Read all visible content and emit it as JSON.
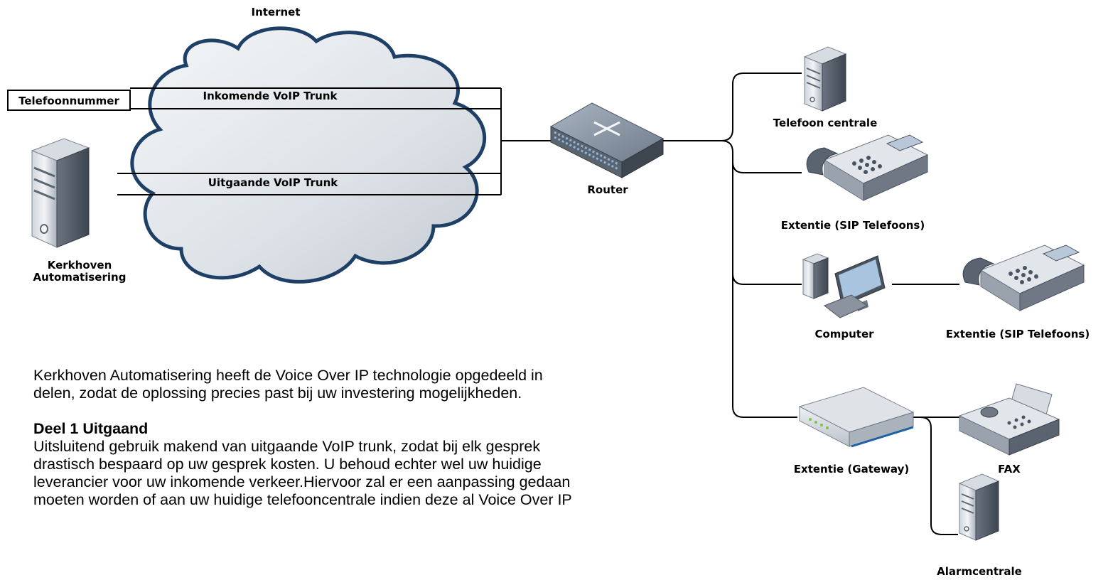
{
  "labels": {
    "internet": "Internet",
    "phone_number": "Telefoonnummer",
    "incoming_trunk": "Inkomende VoIP Trunk",
    "outgoing_trunk": "Uitgaande VoIP Trunk",
    "company_line1": "Kerkhoven",
    "company_line2": "Automatisering",
    "router": "Router",
    "pbx": "Telefoon centrale",
    "sip_phones_1": "Extentie (SIP Telefoons)",
    "computer": "Computer",
    "sip_phones_2": "Extentie (SIP Telefoons)",
    "gateway": "Extentie  (Gateway)",
    "fax": "FAX",
    "alarm": "Alarmcentrale"
  },
  "text": {
    "intro": "Kerkhoven Automatisering heeft de Voice Over IP technologie opgedeeld in delen, zodat de oplossing precies past bij uw investering mogelijkheden.",
    "section_title": "Deel 1 Uitgaand",
    "section_body": "Uitsluitend gebruik makend van uitgaande VoIP trunk, zodat bij elk gesprek drastisch bespaard op uw gesprek kosten. U behoud echter wel uw huidige leverancier voor uw inkomende verkeer.Hiervoor zal er een aanpassing gedaan moeten worden of aan uw huidige telefooncentrale indien deze al Voice Over IP"
  },
  "icons": {
    "cloud": "cloud-icon",
    "server": "server-icon",
    "router": "router-icon",
    "phone": "desk-phone-icon",
    "computer": "computer-icon",
    "gateway": "gateway-icon",
    "fax": "fax-icon"
  },
  "colors": {
    "cloud_fill": "#dfe3e7",
    "cloud_stroke": "#1e3f66",
    "device_gray": "#9aa3ad",
    "device_dark": "#4a5360",
    "line": "#000000"
  }
}
